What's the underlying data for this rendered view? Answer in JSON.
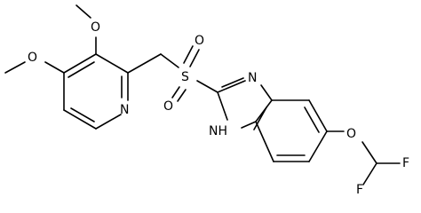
{
  "molecule": {
    "labels": {
      "O": "O",
      "N": "N",
      "S": "S",
      "F": "F",
      "NH": "NH",
      "H": "H"
    }
  }
}
